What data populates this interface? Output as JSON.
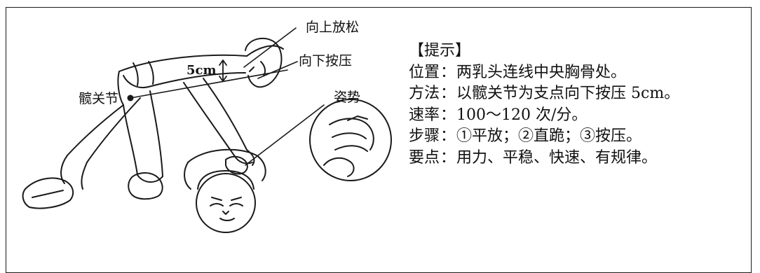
{
  "labels": {
    "relax_up": "向上放松",
    "press_down": "向下按压",
    "depth": "5cm",
    "hip_joint": "髋关节",
    "posture": "姿势"
  },
  "tips": {
    "heading": "【提示】",
    "rows": [
      {
        "key": "位置",
        "sep": "：",
        "value": "两乳头连线中央胸骨处。"
      },
      {
        "key": "方法",
        "sep": "：",
        "value": "以髋关节为支点向下按压 5cm。"
      },
      {
        "key": "速率",
        "sep": "：",
        "value": "100～120 次/分。"
      },
      {
        "key": "步骤",
        "sep": "：",
        "value": "①平放；②直跪；③按压。"
      },
      {
        "key": "要点",
        "sep": "：",
        "value": "用力、平稳、快速、有规律。"
      }
    ]
  }
}
